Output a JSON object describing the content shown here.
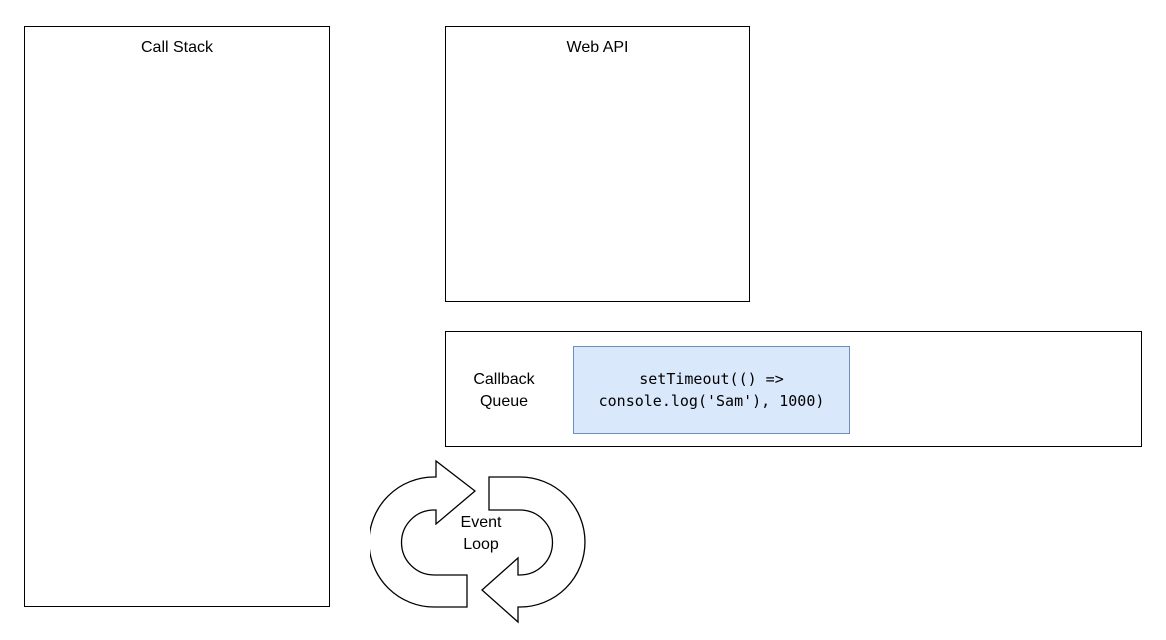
{
  "boxes": {
    "call_stack": "Call Stack",
    "web_api": "Web API"
  },
  "callback_queue": {
    "label_line1": "Callback",
    "label_line2": "Queue",
    "item_line1": "setTimeout(() =>",
    "item_line2": "console.log('Sam'), 1000)",
    "item_fill": "#dae8fc",
    "item_stroke": "#6c8ebf"
  },
  "event_loop": {
    "label_line1": "Event",
    "label_line2": "Loop",
    "icon": "circular-arrows-icon"
  }
}
